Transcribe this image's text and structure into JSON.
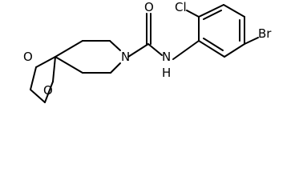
{
  "molecule": {
    "atoms": {
      "o_top": "O",
      "o_bottom": "O",
      "n_ring": "N",
      "o_carbonyl": "O",
      "nh": "N",
      "h": "H",
      "cl": "Cl",
      "br": "Br"
    }
  }
}
